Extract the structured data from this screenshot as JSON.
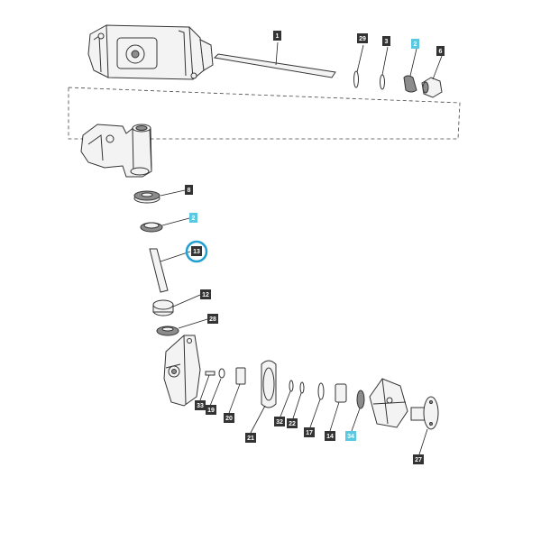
{
  "colors": {
    "label_default": "#333333",
    "label_highlight": "#5bc8e1",
    "selection_ring": "#1f9fd3"
  },
  "labels": [
    {
      "id": "l1",
      "text": "1",
      "style": "default"
    },
    {
      "id": "l29",
      "text": "29",
      "style": "default"
    },
    {
      "id": "l3",
      "text": "3",
      "style": "default"
    },
    {
      "id": "l2a",
      "text": "2",
      "style": "highlight"
    },
    {
      "id": "l6",
      "text": "6",
      "style": "default"
    },
    {
      "id": "l8",
      "text": "8",
      "style": "default"
    },
    {
      "id": "l2b",
      "text": "2",
      "style": "highlight"
    },
    {
      "id": "l13",
      "text": "13",
      "style": "default",
      "selected": true
    },
    {
      "id": "l12",
      "text": "12",
      "style": "default"
    },
    {
      "id": "l28",
      "text": "28",
      "style": "default"
    },
    {
      "id": "l33",
      "text": "33",
      "style": "default"
    },
    {
      "id": "l19",
      "text": "19",
      "style": "default"
    },
    {
      "id": "l20",
      "text": "20",
      "style": "default"
    },
    {
      "id": "l21",
      "text": "21",
      "style": "default"
    },
    {
      "id": "l32",
      "text": "32",
      "style": "default"
    },
    {
      "id": "l22",
      "text": "22",
      "style": "default"
    },
    {
      "id": "l17",
      "text": "17",
      "style": "default"
    },
    {
      "id": "l14",
      "text": "14",
      "style": "default"
    },
    {
      "id": "l34",
      "text": "34",
      "style": "highlight"
    },
    {
      "id": "l27",
      "text": "27",
      "style": "default"
    }
  ]
}
